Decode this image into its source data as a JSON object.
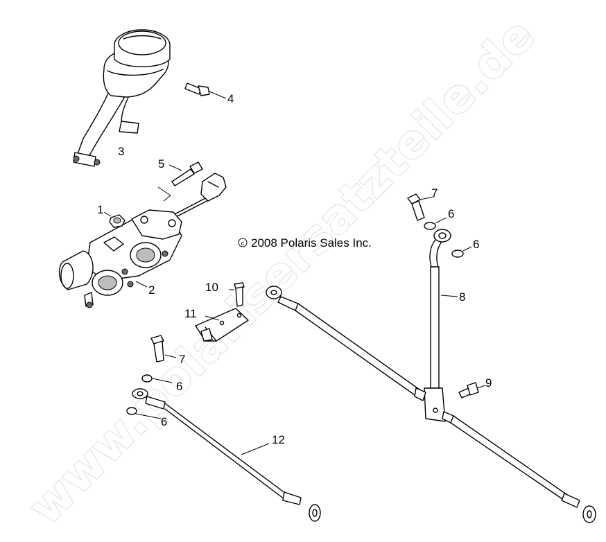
{
  "copyright": "2008 Polaris Sales Inc.",
  "copyright_symbol": "c",
  "watermark": "www.polarisersatzteile.de",
  "callouts": {
    "c1": "1",
    "c2": "2",
    "c3": "3",
    "c4": "4",
    "c5": "5",
    "c6a": "6",
    "c6b": "6",
    "c6c": "6",
    "c6d": "6",
    "c7a": "7",
    "c7b": "7",
    "c8": "8",
    "c9": "9",
    "c10": "10",
    "c11": "11",
    "c12": "12"
  }
}
